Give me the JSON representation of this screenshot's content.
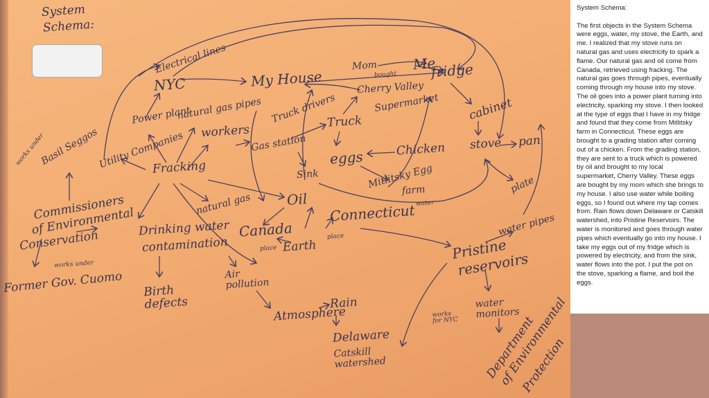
{
  "panel": {
    "title": "System Schema:",
    "body": "The first objects in the System Schema were eggs, water, my stove, the Earth, and me. I realized that my stove runs on natural gas and uses electricity to spark a flame. Our natural gas and oil come from Canada, retrieved using fracking. The natural gas goes through pipes, eventually coming through my house into my stove. The oil goes into a power plant turning into electricity, sparking my stove. I then looked at the type of eggs that I have in my fridge and found that they come from Mitlitsky farm in Connecticut. These eggs are brought to a grading station after coming out of a chicken. From the grading station, they are sent to a truck which is powered by oil and brought to my local supermarket, Cherry Valley. These eggs are bought by my mom which she brings to my house. I also use water while boiling eggs, so I found out where my tap comes from. Rain flows down Delaware or Catskill watershed, into Pristine Reservoirs. The water is monitored and goes through water pipes which eventually go into my house. I take my eggs out of my fridge which is powered by electricity, and from the sink, water flows into the pot. I put the pot on the stove, sparking a flame, and boil the eggs."
  },
  "diagram": {
    "title_line1": "System",
    "title_line2": "Schema:",
    "nodes": {
      "electrical_lines": "Electrical lines",
      "nyc": "NYC",
      "my_house": "My House",
      "mom": "Mom",
      "bought": "bought",
      "me": "Me",
      "fridge": "fridge",
      "cherry_valley": "Cherry Valley",
      "supermarket": "Supermarket",
      "truck_drivers": "Truck drivers",
      "truck": "Truck",
      "cabinet": "cabinet",
      "stove": "stove",
      "pan": "pan",
      "power_plant": "Power plant",
      "natural_gas_pipes": "natural gas pipes",
      "basil_seggos": "Basil Seggos",
      "bottled_water": "works under",
      "utility_companies": "Utility Companies",
      "workers": "workers",
      "gas_station": "Gas station",
      "eggs": "eggs",
      "chicken": "Chicken",
      "sink": "Sink",
      "fracking": "Fracking",
      "mitlitsky": "Mitlitsky Egg",
      "farm": "farm",
      "water": "water",
      "plate": "plate",
      "oil": "Oil",
      "connecticut": "Connecticut",
      "natural_gas": "natural gas",
      "commissioners": "Commissioners",
      "of_environmental": "of Environmental",
      "conservation": "Conservation",
      "drinking_water": "Drinking water",
      "contamination": "contamination",
      "canada": "Canada",
      "earth": "Earth",
      "place1": "place",
      "place2": "place",
      "water_pipes": "water pipes",
      "pristine": "Pristine",
      "reservoirs": "reservoirs",
      "former_gov": "Former Gov. Cuomo",
      "works_under": "works under",
      "birth_defects": "Birth defects",
      "air_pollution": "Air pollution",
      "atmosphere": "Atmosphere",
      "rain": "Rain",
      "delaware": "Delaware",
      "catskill": "Catskill watershed",
      "water_monitors": "water monitors",
      "works_for_nyc": "works for NYC",
      "dep1": "Department",
      "dep2": "of Environmental",
      "dep3": "Protection"
    }
  }
}
